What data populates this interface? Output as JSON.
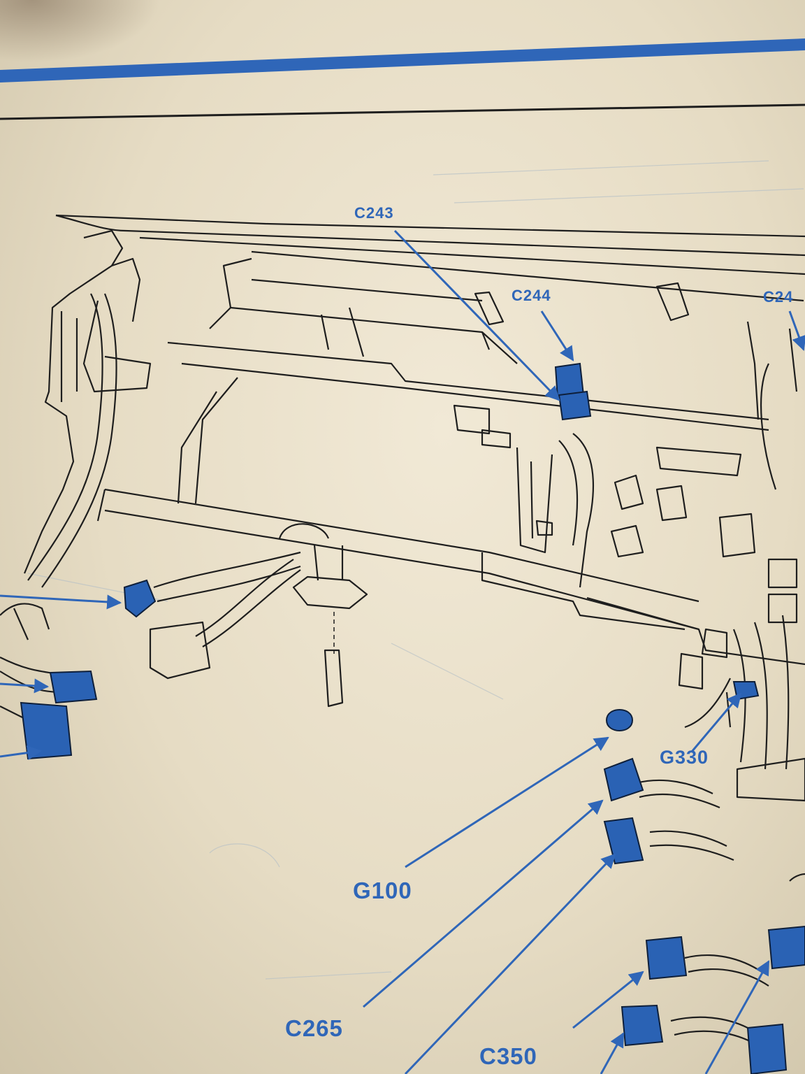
{
  "callouts": {
    "c243": "C243",
    "c244": "C244",
    "c24_partial": "C24",
    "g330": "G330",
    "g100": "G100",
    "c265": "C265",
    "c350": "C350"
  },
  "colors": {
    "paper": "#ece3cc",
    "accent_blue": "#2f66b8",
    "connector_blue": "#2a62b4",
    "line_ink": "#1e1e1e"
  }
}
